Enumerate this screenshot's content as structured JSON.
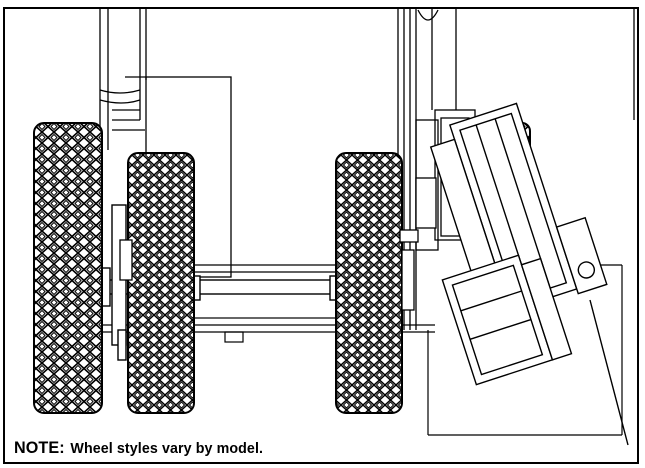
{
  "note": {
    "label": "NOTE:",
    "text": "Wheel styles vary by model."
  },
  "colors": {
    "line": "#000000",
    "background": "#ffffff"
  },
  "parts": [
    "wheel-rear-left",
    "wheel-front-left",
    "wheel-front-right",
    "wheel-rear-right",
    "axle",
    "frame-rail-left",
    "frame-rail-right",
    "drive-motor-assembly"
  ]
}
